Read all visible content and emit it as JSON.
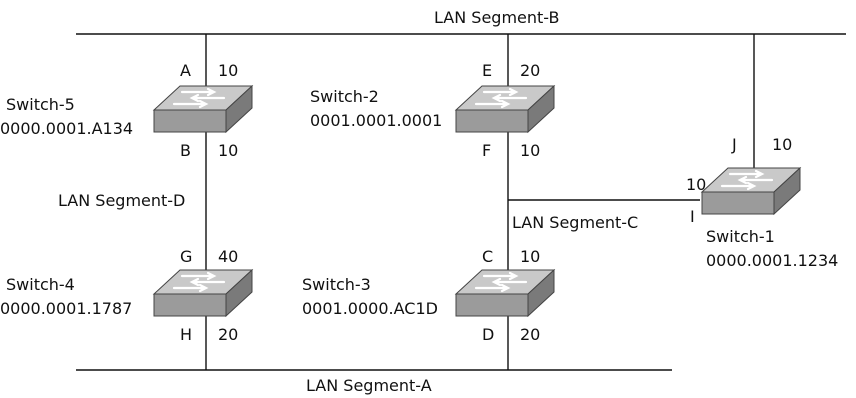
{
  "segments": {
    "a": "LAN Segment-A",
    "b": "LAN Segment-B",
    "c": "LAN Segment-C",
    "d": "LAN Segment-D"
  },
  "switches": [
    {
      "key": "s1",
      "name": "Switch-1",
      "mac": "0000.0001.1234"
    },
    {
      "key": "s2",
      "name": "Switch-2",
      "mac": "0001.0001.0001"
    },
    {
      "key": "s3",
      "name": "Switch-3",
      "mac": "0001.0000.AC1D"
    },
    {
      "key": "s4",
      "name": "Switch-4",
      "mac": "0000.0001.1787"
    },
    {
      "key": "s5",
      "name": "Switch-5",
      "mac": "0000.0001.A134"
    }
  ],
  "ports": {
    "A": {
      "label": "A",
      "cost": "10"
    },
    "B": {
      "label": "B",
      "cost": "10"
    },
    "C": {
      "label": "C",
      "cost": "10"
    },
    "D": {
      "label": "D",
      "cost": "20"
    },
    "E": {
      "label": "E",
      "cost": "20"
    },
    "F": {
      "label": "F",
      "cost": "10"
    },
    "G": {
      "label": "G",
      "cost": "40"
    },
    "H": {
      "label": "H",
      "cost": "20"
    },
    "I": {
      "label": "I",
      "cost": "10"
    },
    "J": {
      "label": "J",
      "cost": "10"
    }
  },
  "colors": {
    "line": "#111111",
    "switch_top": "#c9c9c9",
    "switch_front": "#9b9b9b"
  }
}
